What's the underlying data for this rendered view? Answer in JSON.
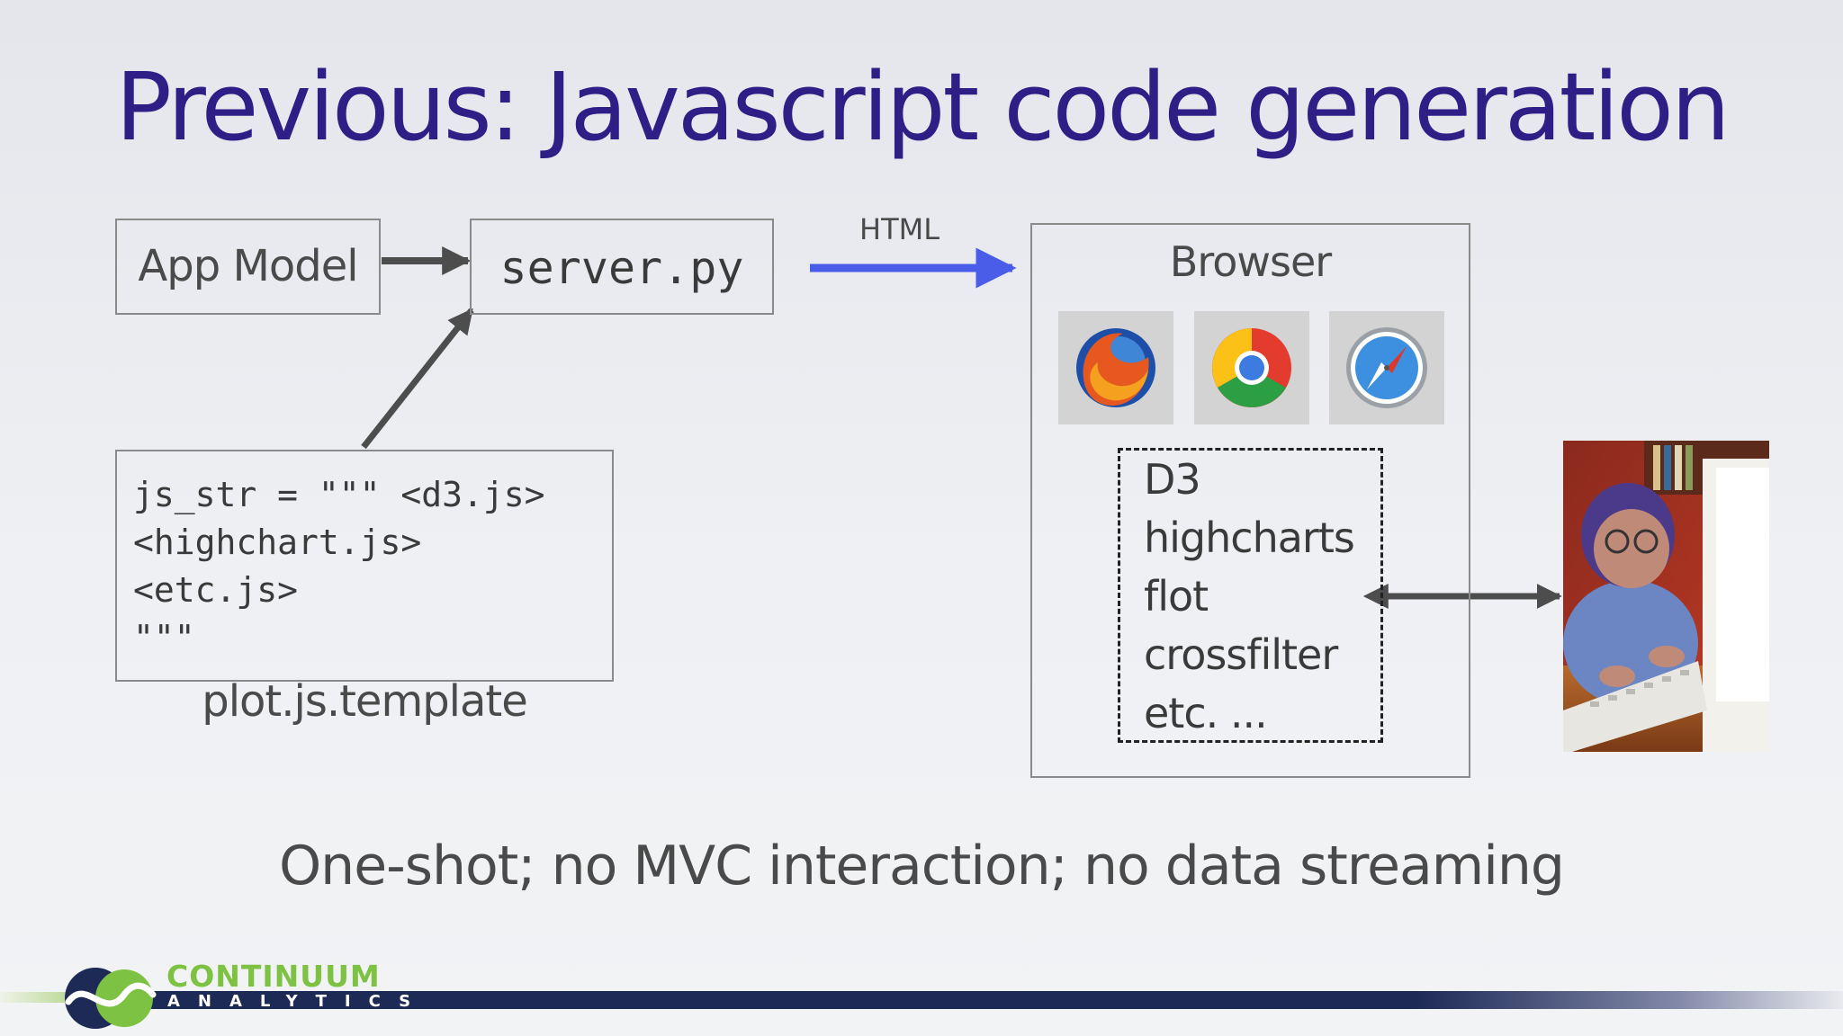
{
  "title": "Previous: Javascript code generation",
  "app_model": {
    "label": "App Model"
  },
  "server": {
    "label": "server.py"
  },
  "template": {
    "code": "js_str = \"\"\" <d3.js>\n<highchart.js>\n<etc.js>\n\"\"\"",
    "caption": "plot.js.template"
  },
  "arrow_label": "HTML",
  "browser": {
    "title": "Browser",
    "icons": [
      "firefox-icon",
      "chrome-icon",
      "safari-icon"
    ],
    "libraries": [
      "D3",
      "highcharts",
      "flot",
      "crossfilter",
      "etc. ..."
    ]
  },
  "bottom_text": "One-shot; no MVC interaction; no data streaming",
  "footer": {
    "logo_name": "CONTINUUM",
    "logo_sub": "ANALYTICS"
  },
  "colors": {
    "title": "#2e1e86",
    "html_arrow": "#4a5de8",
    "arrow_gray": "#4d4d4d",
    "logo_green": "#7dc242",
    "footer_navy": "#1e2a56"
  }
}
